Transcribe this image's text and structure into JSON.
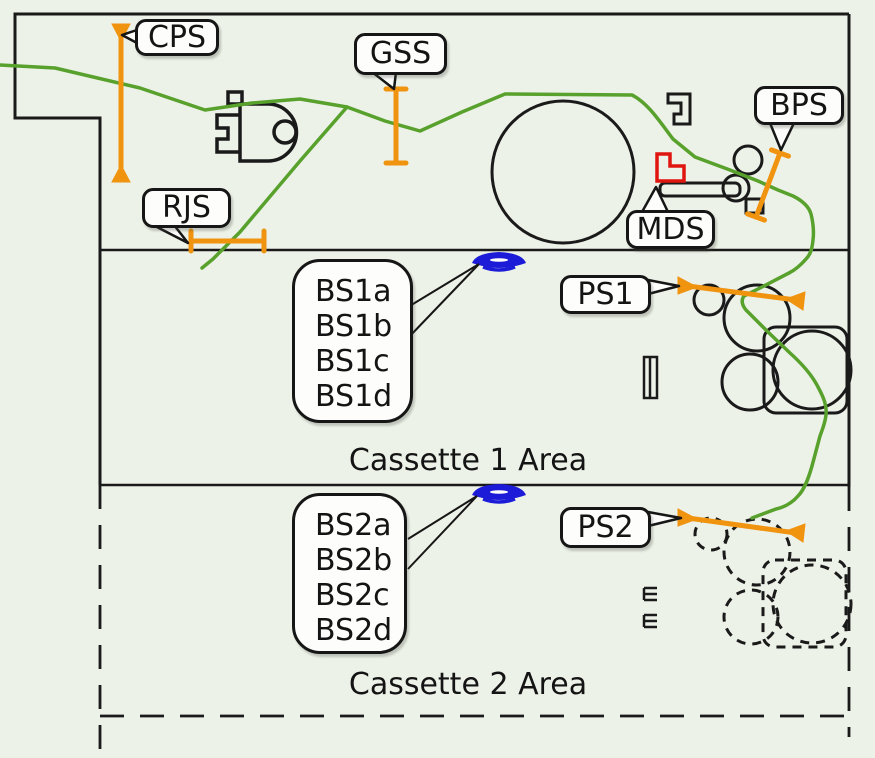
{
  "labels": {
    "cps": "CPS",
    "gss": "GSS",
    "rjs": "RJS",
    "bps": "BPS",
    "mds": "MDS",
    "ps1": "PS1",
    "ps2": "PS2"
  },
  "bs1": {
    "lines": [
      "BS1a",
      "BS1b",
      "BS1c",
      "BS1d"
    ]
  },
  "bs2": {
    "lines": [
      "BS2a",
      "BS2b",
      "BS2c",
      "BS2d"
    ]
  },
  "areas": {
    "cassette1": "Cassette 1 Area",
    "cassette2": "Cassette 2 Area"
  },
  "colors": {
    "background": "#edf2e8",
    "outline": "#1a1a1a",
    "paper_path_green": "#58a12d",
    "sensor_orange": "#f0930f",
    "bs_sensor_blue": "#1c1cd8",
    "mds_red": "#e0150f",
    "callout_bg": "#fdfdfb"
  }
}
